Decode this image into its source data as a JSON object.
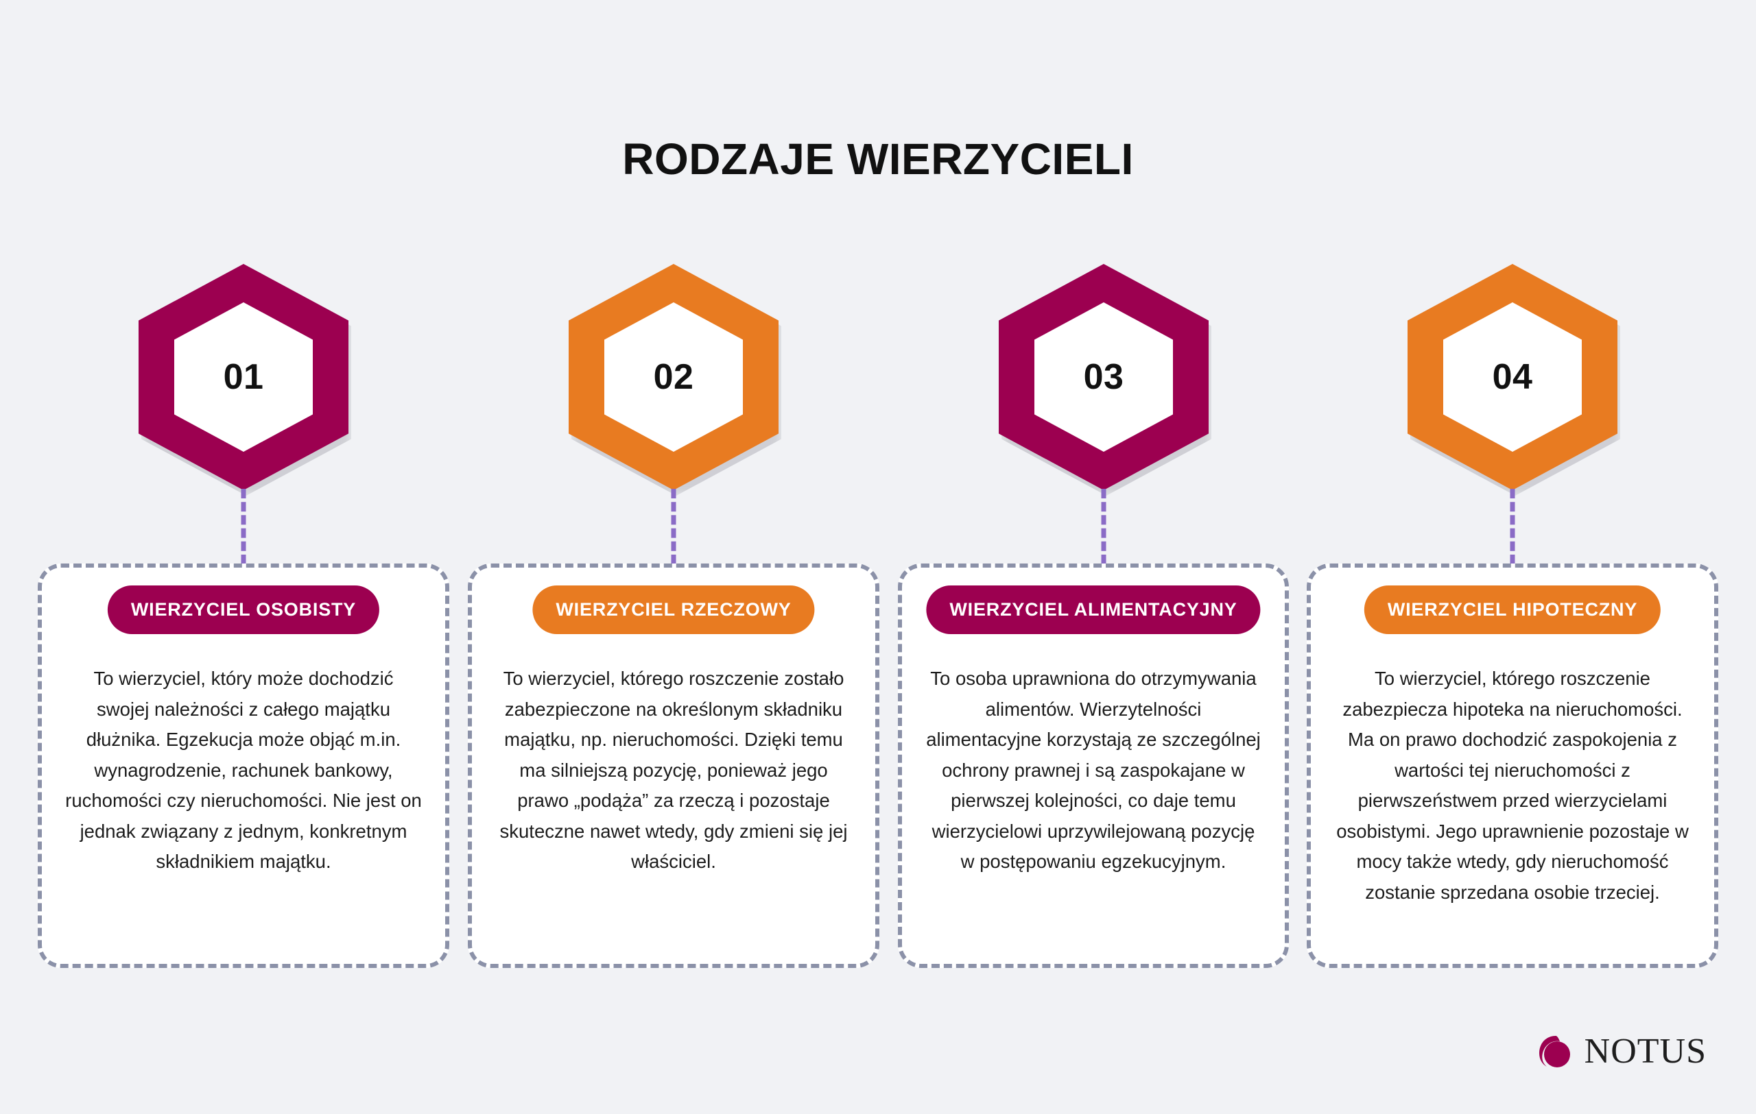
{
  "page": {
    "title": "RODZAJE WIERZYCIELI",
    "background_color": "#F1F2F5"
  },
  "theme": {
    "magenta": "#9C0050",
    "orange": "#E87B21",
    "card_border": "#8B91A8",
    "connector": "#8A6BC6",
    "text": "#1C1C1C"
  },
  "items": [
    {
      "number": "01",
      "accent": "#9C0050",
      "header": "WIERZYCIEL OSOBISTY",
      "body": "To wierzyciel, który może dochodzić swojej należności z całego majątku dłużnika. Egzekucja może objąć m.in. wynagrodzenie, rachunek bankowy, ruchomości czy nieruchomości. Nie jest on jednak związany z jednym, konkretnym składnikiem majątku."
    },
    {
      "number": "02",
      "accent": "#E87B21",
      "header": "WIERZYCIEL RZECZOWY",
      "body": "To wierzyciel, którego roszczenie zostało zabezpieczone na określonym składniku majątku, np. nieruchomości. Dzięki temu ma silniejszą pozycję, ponieważ jego prawo „podąża” za rzeczą i pozostaje skuteczne nawet wtedy, gdy zmieni się jej właściciel."
    },
    {
      "number": "03",
      "accent": "#9C0050",
      "header": "WIERZYCIEL ALIMENTACYJNY",
      "body": "To osoba uprawniona do otrzymywania alimentów. Wierzytelności alimentacyjne korzystają ze szczególnej ochrony prawnej i są zaspokajane w pierwszej kolejności, co daje temu wierzycielowi uprzywilejowaną pozycję w postępowaniu egzekucyjnym."
    },
    {
      "number": "04",
      "accent": "#E87B21",
      "header": "WIERZYCIEL HIPOTECZNY",
      "body": "To wierzyciel, którego roszczenie zabezpiecza hipoteka na nieruchomości. Ma on prawo dochodzić zaspokojenia z wartości tej nieruchomości z pierwszeństwem przed wierzycielami osobistymi. Jego uprawnienie pozostaje w mocy także wtedy, gdy nieruchomość zostanie sprzedana osobie trzeciej."
    }
  ],
  "logo": {
    "text": "NOTUS",
    "mark_color": "#9C0050"
  }
}
